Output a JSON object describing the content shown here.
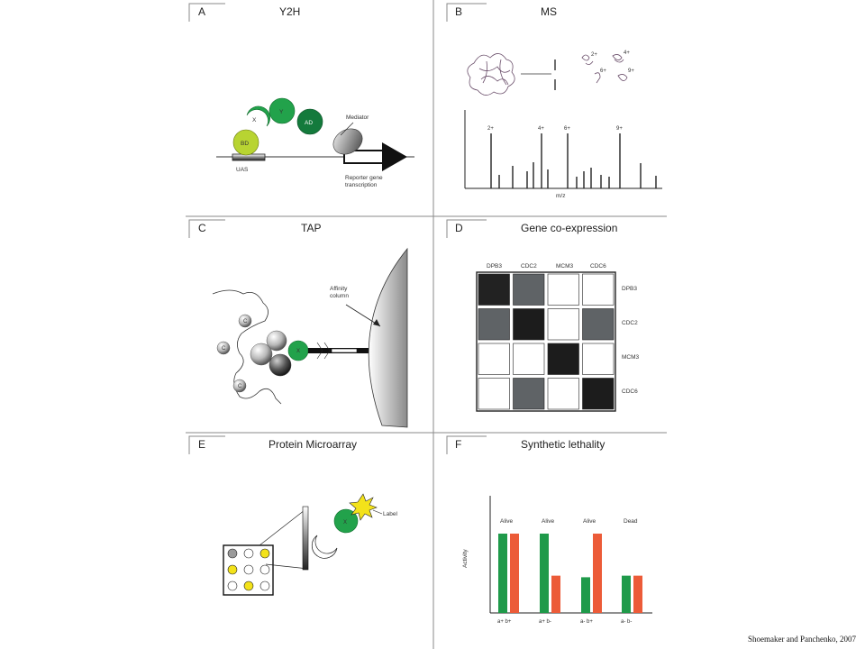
{
  "panels": {
    "a": {
      "letter": "A",
      "title": "Y2H",
      "mediator": "Mediator",
      "uas": "UAS",
      "reporter_line1": "Reporter gene",
      "reporter_line2": "transcription",
      "bd": "BD",
      "x": "X",
      "y": "Y",
      "ad": "AD"
    },
    "b": {
      "letter": "B",
      "title": "MS",
      "axis_label": "m/z",
      "peak_labels": [
        "2+",
        "4+",
        "6+",
        "9+"
      ]
    },
    "c": {
      "letter": "C",
      "title": "TAP",
      "column_line1": "Affinity",
      "column_line2": "column",
      "c": "C",
      "x": "X"
    },
    "d": {
      "letter": "D",
      "title": "Gene co-expression",
      "genes": [
        "DPB3",
        "CDC2",
        "MCM3",
        "CDC6"
      ]
    },
    "e": {
      "letter": "E",
      "title": "Protein Microarray",
      "label": "Label",
      "x": "X"
    },
    "f": {
      "letter": "F",
      "title": "Synthetic lethality",
      "ylabel": "Activity",
      "groups": [
        "Alive",
        "Alive",
        "Alive",
        "Dead"
      ],
      "xlabels": [
        "a+ b+",
        "a+ b-",
        "a- b+",
        "a- b-"
      ]
    }
  },
  "matrix": [
    [
      "#222222",
      "#5f6366",
      "#ffffff",
      "#ffffff"
    ],
    [
      "#5f6366",
      "#1c1c1c",
      "#ffffff",
      "#5f6366"
    ],
    [
      "#ffffff",
      "#ffffff",
      "#1c1c1c",
      "#ffffff"
    ],
    [
      "#ffffff",
      "#5f6366",
      "#ffffff",
      "#1c1c1c"
    ]
  ],
  "chart_data": {
    "type": "bar",
    "categories": [
      "a+ b+",
      "a+ b-",
      "a- b+",
      "a- b-"
    ],
    "series": [
      {
        "values": [
          1.0,
          1.0,
          0.45,
          0.47
        ]
      },
      {
        "values": [
          1.0,
          0.47,
          1.0,
          0.47
        ]
      }
    ],
    "ylabel": "Activity",
    "annotations": [
      "Alive",
      "Alive",
      "Alive",
      "Dead"
    ],
    "colors": [
      "#1f9a4a",
      "#ec5b38"
    ]
  },
  "colors": {
    "green": "#22a24b",
    "dark_green": "#147a3c",
    "lime": "#b8d432",
    "yellow": "#f3e21a",
    "bar_green": "#1f9a4a",
    "bar_red": "#ec5b38"
  },
  "credit": "Shoemaker and Panchenko, 2007"
}
